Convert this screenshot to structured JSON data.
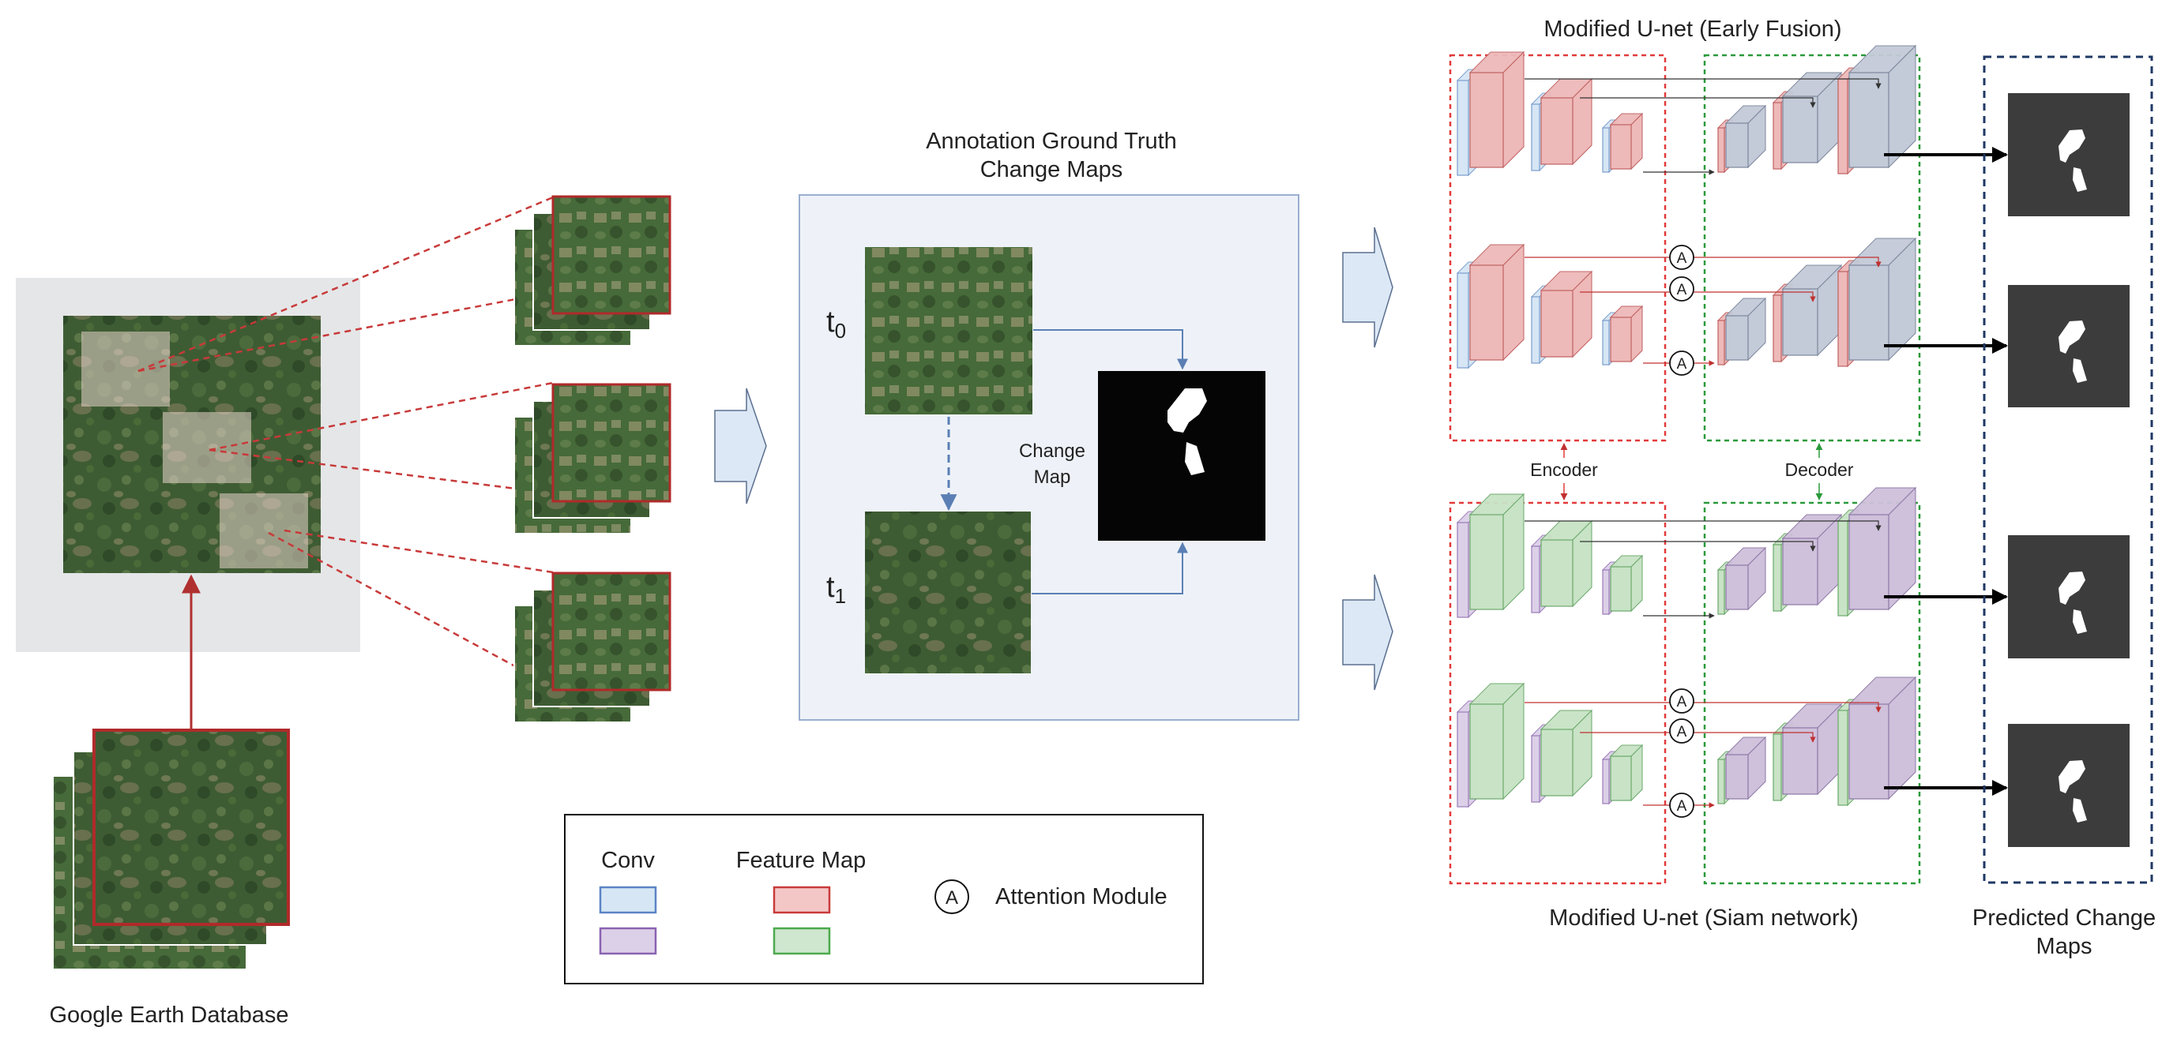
{
  "left": {
    "database_label": "Google Earth Database"
  },
  "annotation": {
    "title_line1": "Annotation Ground Truth",
    "title_line2": "Change Maps",
    "t0_label": "t",
    "t0_sub": "0",
    "t1_label": "t",
    "t1_sub": "1",
    "change_map_line1": "Change",
    "change_map_line2": "Map"
  },
  "networks": {
    "early_fusion_title": "Modified U-net (Early Fusion)",
    "siam_title": "Modified U-net (Siam network)",
    "encoder_label": "Encoder",
    "decoder_label": "Decoder",
    "attention_symbol": "A"
  },
  "predicted": {
    "title_line1": "Predicted Change",
    "title_line2": "Maps"
  },
  "legend": {
    "conv_label": "Conv",
    "feature_map_label": "Feature Map",
    "attention_symbol": "A",
    "attention_label": "Attention Module"
  },
  "colors": {
    "conv_blue": "#d6e6f5",
    "conv_purple": "#dcd0e8",
    "feature_red": "#f4c7c7",
    "feature_green": "#cfe6cf",
    "decoder_gray": "#c3cad8",
    "siam_purple": "#cfc0db",
    "encoder_box": "#e23a3a",
    "decoder_box": "#2a9a3a",
    "predicted_box": "#1f3864",
    "satellite": "#3f5f34"
  }
}
